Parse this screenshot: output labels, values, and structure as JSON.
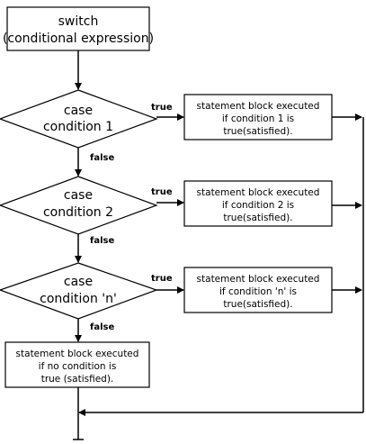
{
  "start_box": {
    "line1": "switch",
    "line2": "(conditional expression)"
  },
  "decisions": [
    {
      "line1": "case",
      "line2": "condition 1"
    },
    {
      "line1": "case",
      "line2": "condition 2"
    },
    {
      "line1": "case",
      "line2": "condition 'n'"
    }
  ],
  "statements": [
    {
      "line1": "statement block executed",
      "line2": "if condition 1 is",
      "line3": "true(satisfied)."
    },
    {
      "line1": "statement block executed",
      "line2": "if condition 2 is",
      "line3": "true(satisfied)."
    },
    {
      "line1": "statement block executed",
      "line2": "if condition 'n' is",
      "line3": "true(satisfied)."
    }
  ],
  "default_box": {
    "line1": "statement block executed",
    "line2": "if no condition is",
    "line3": "true (satisfied)."
  },
  "edge_labels": {
    "true": "true",
    "false": "false"
  }
}
